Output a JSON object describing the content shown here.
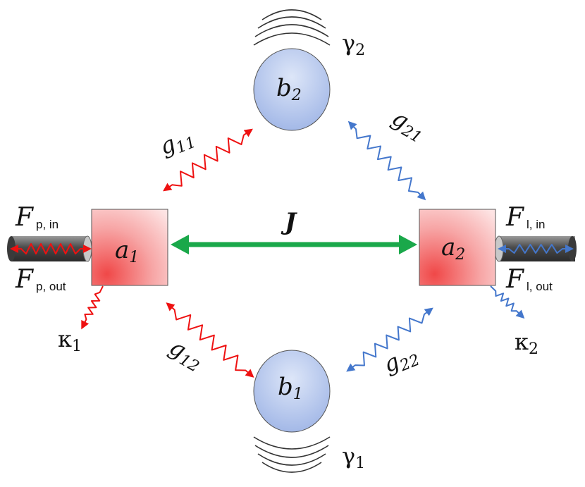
{
  "nodes": {
    "a1": {
      "main": "a",
      "sub": "1"
    },
    "a2": {
      "main": "a",
      "sub": "2"
    },
    "b1": {
      "main": "b",
      "sub": "1"
    },
    "b2": {
      "main": "b",
      "sub": "2"
    }
  },
  "couplings": {
    "J": "J",
    "g11": {
      "main": "g",
      "sub": "11"
    },
    "g12": {
      "main": "g",
      "sub": "12"
    },
    "g21": {
      "main": "g",
      "sub": "21"
    },
    "g22": {
      "main": "g",
      "sub": "22"
    }
  },
  "damping": {
    "kappa1": {
      "main": "κ",
      "sub": "1"
    },
    "kappa2": {
      "main": "κ",
      "sub": "2"
    },
    "gamma1": {
      "main": "γ",
      "sub": "1"
    },
    "gamma2": {
      "main": "γ",
      "sub": "2"
    }
  },
  "ports": {
    "fp_in": {
      "main": "F",
      "sub": "p, in"
    },
    "fp_out": {
      "main": "F",
      "sub": "p, out"
    },
    "fl_in": {
      "main": "F",
      "sub": "l, in"
    },
    "fl_out": {
      "main": "F",
      "sub": "l, out"
    }
  },
  "colors": {
    "red": "#ee1111",
    "blue": "#4477cc",
    "green": "#1aa84a",
    "cavity_fill": "#f28b8b",
    "mode_fill": "#b9c9ee"
  }
}
